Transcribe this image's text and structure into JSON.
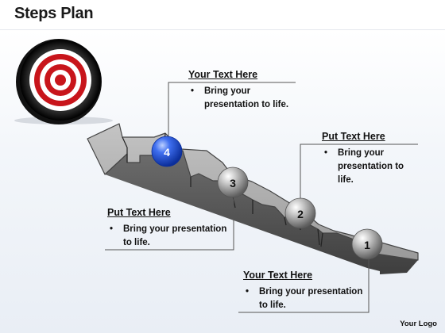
{
  "slide": {
    "title": "Steps Plan",
    "logo": "Your Logo"
  },
  "steps": [
    {
      "number": "1",
      "label": "1",
      "highlight": false
    },
    {
      "number": "2",
      "label": "2",
      "highlight": false
    },
    {
      "number": "3",
      "label": "3",
      "highlight": false
    },
    {
      "number": "4",
      "label": "4",
      "highlight": true
    }
  ],
  "callouts": {
    "step4": {
      "heading": "Your Text Here",
      "bullet": "Bring your presentation to life."
    },
    "step2": {
      "heading": "Put Text Here",
      "bullet": "Bring your presentation to life."
    },
    "step3": {
      "heading": "Put Text Here",
      "bullet": "Bring your presentation to life."
    },
    "step1": {
      "heading": "Your Text Here",
      "bullet": "Bring your presentation to life."
    }
  },
  "bullet_glyph": "•",
  "colors": {
    "highlight": "#1f4fd1",
    "ball": "#8a8a8a",
    "arrow": "#9a9a9a",
    "target_red": "#c8151b",
    "target_black": "#1a1a1a"
  },
  "icons": {
    "target": "bullseye-target-icon"
  }
}
